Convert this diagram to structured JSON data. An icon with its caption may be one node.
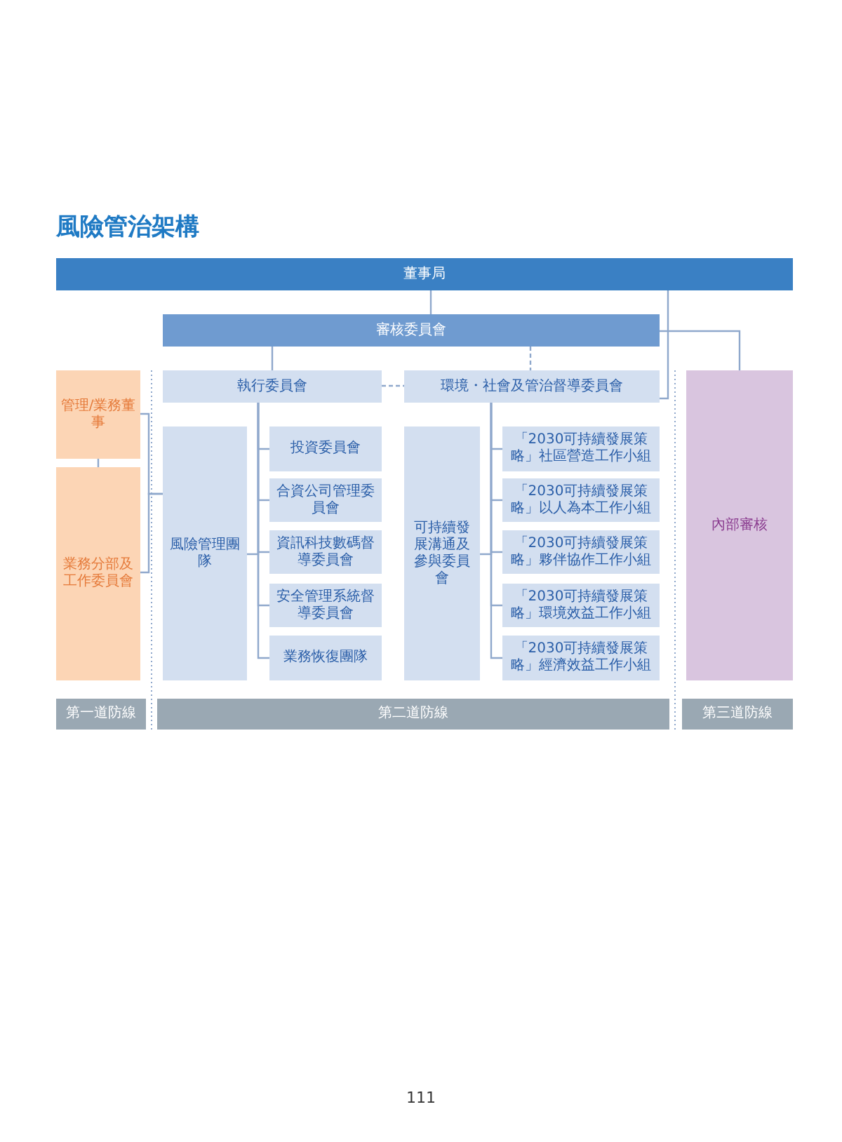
{
  "diagram": {
    "title": "風險管治架構",
    "nodes": [
      {
        "text": [
          "董事局"
        ]
      },
      {
        "text": [
          "審核委員會"
        ]
      },
      {
        "text": [
          "管理/業務董事"
        ]
      },
      {
        "text": [
          "執行委員會"
        ]
      },
      {
        "text": [
          "環境・社會及管治督導委員會"
        ]
      },
      {
        "text": [
          "內部審核"
        ]
      },
      {
        "text": [
          "業務分部及工作委員會"
        ]
      },
      {
        "text": [
          "風險管理團隊"
        ]
      },
      {
        "text": [
          "投資委員會"
        ]
      },
      {
        "text": [
          "合資公司管理委員會"
        ]
      },
      {
        "text": [
          "資訊科技數碼督導委員會"
        ]
      },
      {
        "text": [
          "安全管理系統督導委員會"
        ]
      },
      {
        "text": [
          "業務恢復團隊"
        ]
      },
      {
        "text": [
          "可持續發展溝通及參與委員會"
        ]
      },
      {
        "text": [
          "「2030可持續發展策略」社區營造工作小組"
        ]
      },
      {
        "text": [
          "「2030可持續發展策略」以人為本工作小組"
        ]
      },
      {
        "text": [
          "「2030可持續發展策略」夥伴協作工作小組"
        ]
      },
      {
        "text": [
          "「2030可持續發展策略」環境效益工作小組"
        ]
      },
      {
        "text": [
          "「2030可持續發展策略」經濟效益工作小組"
        ]
      },
      {
        "text": [
          "第一道防線"
        ]
      },
      {
        "text": [
          "第二道防線"
        ]
      },
      {
        "text": [
          "第三道防線"
        ]
      }
    ],
    "edges": [
      {
        "from": 0,
        "to": 1,
        "arrow": "none"
      },
      {
        "from": 0,
        "to": 4,
        "arrow": "none"
      },
      {
        "from": 1,
        "to": 5,
        "arrow": "none"
      },
      {
        "from": 1,
        "to": 3,
        "arrow": "none"
      },
      {
        "from": 1,
        "to": 4,
        "arrow": "none",
        "style": "dashed"
      },
      {
        "from": 3,
        "to": 4,
        "arrow": "none",
        "style": "dashed"
      },
      {
        "from": 3,
        "to": 8,
        "arrow": "none"
      },
      {
        "from": 3,
        "to": 9,
        "arrow": "none"
      },
      {
        "from": 3,
        "to": 10,
        "arrow": "none"
      },
      {
        "from": 3,
        "to": 11,
        "arrow": "none"
      },
      {
        "from": 3,
        "to": 12,
        "arrow": "none"
      },
      {
        "from": 7,
        "to": 3,
        "arrow": "none"
      },
      {
        "from": 4,
        "to": 14,
        "arrow": "none"
      },
      {
        "from": 4,
        "to": 15,
        "arrow": "none"
      },
      {
        "from": 4,
        "to": 16,
        "arrow": "none"
      },
      {
        "from": 4,
        "to": 17,
        "arrow": "none"
      },
      {
        "from": 4,
        "to": 18,
        "arrow": "none"
      },
      {
        "from": 13,
        "to": 4,
        "arrow": "none"
      },
      {
        "from": 2,
        "to": 7,
        "arrow": "none"
      },
      {
        "from": 6,
        "to": 7,
        "arrow": "none"
      },
      {
        "from": 2,
        "to": 6,
        "arrow": "none"
      }
    ],
    "labels": [
      "111"
    ]
  }
}
